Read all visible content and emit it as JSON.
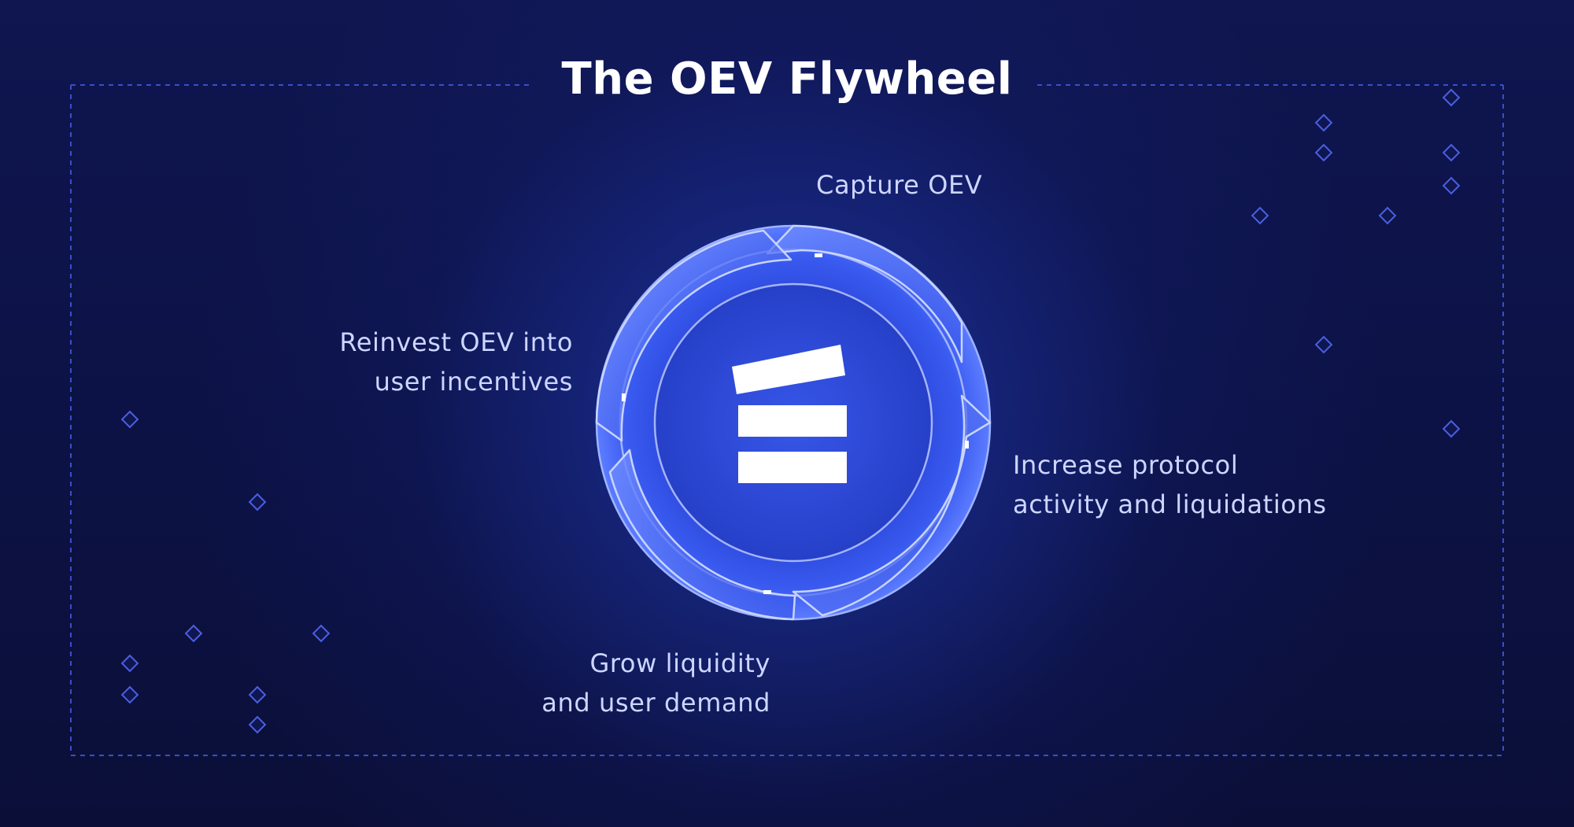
{
  "title": "The OEV Flywheel",
  "steps": [
    {
      "id": "capture",
      "lines": [
        "Capture OEV"
      ]
    },
    {
      "id": "increase",
      "lines": [
        "Increase protocol",
        "activity and liquidations"
      ]
    },
    {
      "id": "grow",
      "lines": [
        "Grow liquidity",
        "and user demand"
      ]
    },
    {
      "id": "reinvest",
      "lines": [
        "Reinvest OEV into",
        "user incentives"
      ]
    }
  ],
  "center_logo": "api3-logo-icon",
  "colors": {
    "background": "#0d1240",
    "accent": "#4a6cff",
    "text": "#cdd6ff",
    "title": "#ffffff",
    "frame": "#3a4fc8"
  }
}
